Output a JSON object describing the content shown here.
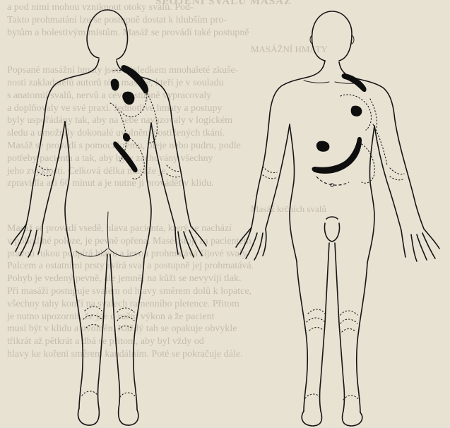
{
  "bleed_through": {
    "top_lines": [
      "a pod nimi mohou vzniknout otoky svalů. Pod-",
      "Takto prohmatání lze se postupně dostat k hlubším pro-",
      "bytům a bolestivým místům. Masáž se provádí také postupně"
    ],
    "header": "SPOJENÍ SVALŮ MASÁŽ",
    "subheader": "MASÁŽNÍ HMATY",
    "para1": [
      "Popsané masážní hmaty jsou výsledkem mnohaleté zkuše-",
      "nosti zakladatelů autorů této masáže, kteří je v souladu",
      "s anatomií svalů, nervů a cév postupně vypracovaly",
      "a doplňovaly ve své praxi. Jednotlivé hmaty a postupy",
      "byly uspořádány tak, aby na sebe navazovaly v logickém",
      "sledu a umožnily dokonalé uvolnění postižených tkání.",
      "Masáž se provádí s pomocí krému, oleje nebo pudru, podle",
      "potřeby pacienta a tak, aby byly zachovány všechny",
      "jeho zvyklosti. Celková délka masáže je",
      "zpravidla asi 60 minut a je nutné ji provádět v klidu."
    ],
    "para2_title": "Masáž krčních svalů",
    "para2": [
      "Masáž se provádí vsedě, hlava pacienta, který se nachází",
      "v pohodlné poloze, je pevně opřena. Masér stojí za pacientem,",
      "pravou rukou podpírá hlavu a levou prohmatává šíjové svaly.",
      "Palcem a ostatními prsty svírá sval a postupně jej prohmatává.",
      "Pohyb je vedený pevně, ale jemně, na kůži se nevyvíjí tlak.",
      "Při masáži postupuje svalem od hlavy směrem dolů k lopatce,",
      "všechny tahy končí na svalech ramenního pletence. Přitom",
      "je nutno upozornit, že jde o ruční výkon a že pacient",
      "musí být v klidu a uvolněn. Každý tah se opakuje obvykle",
      "třikrát až pětkrát a dbá se přitom, aby byl vždy od",
      "hlavy ke kořeni směrem kaudálním. Poté se pokračuje dále."
    ]
  },
  "figure": {
    "posterior_view": "back",
    "anterior_view": "front",
    "marking_color": "#111111",
    "paper_color": "#e8e2d3"
  }
}
